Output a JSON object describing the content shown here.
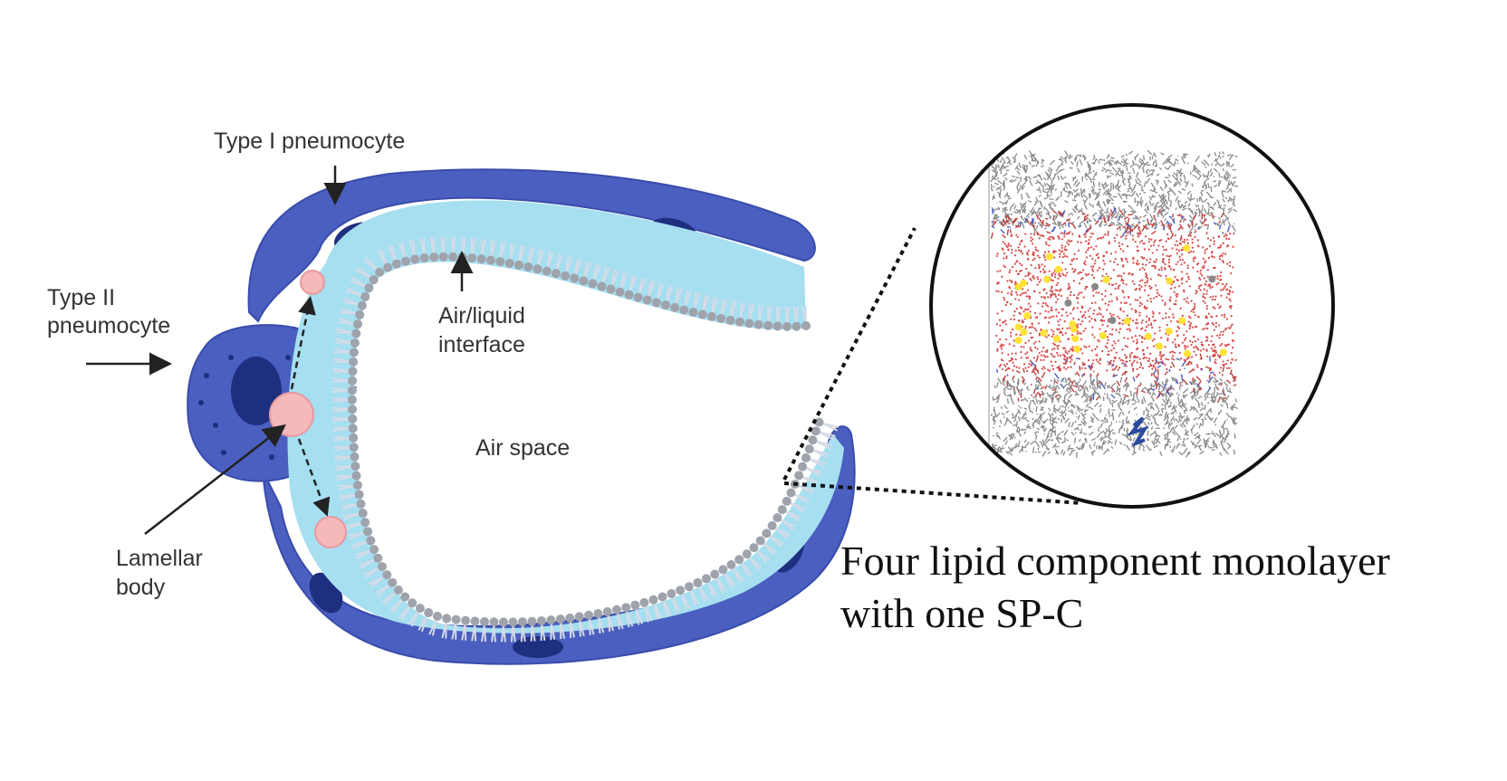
{
  "labels": {
    "type1": "Type I pneumocyte",
    "type2_line1": "Type II",
    "type2_line2": "pneumocyte",
    "interface_line1": "Air/liquid",
    "interface_line2": "interface",
    "air_space": "Air space",
    "lamellar_line1": "Lamellar",
    "lamellar_line2": "body",
    "caption_line1": "Four lipid component monolayer",
    "caption_line2": "with one SP-C"
  },
  "colors": {
    "epithelium": "#4a5fbf",
    "epithelium_edge": "#3a4cab",
    "nucleus": "#1f2f80",
    "liquid_lining": "#a6dff0",
    "lipid_head": "#9fa3ab",
    "lipid_tail": "#d6dbe8",
    "lamellar_body": "#f5b8bb",
    "water": "#d84a4a",
    "lipid_atoms": "#7f7f7f",
    "ions": "#ffe23a",
    "peptide": "#2c4ba0"
  },
  "icons": {
    "inset": "molecular-simulation-snapshot",
    "arrows": "arrow-icon"
  }
}
